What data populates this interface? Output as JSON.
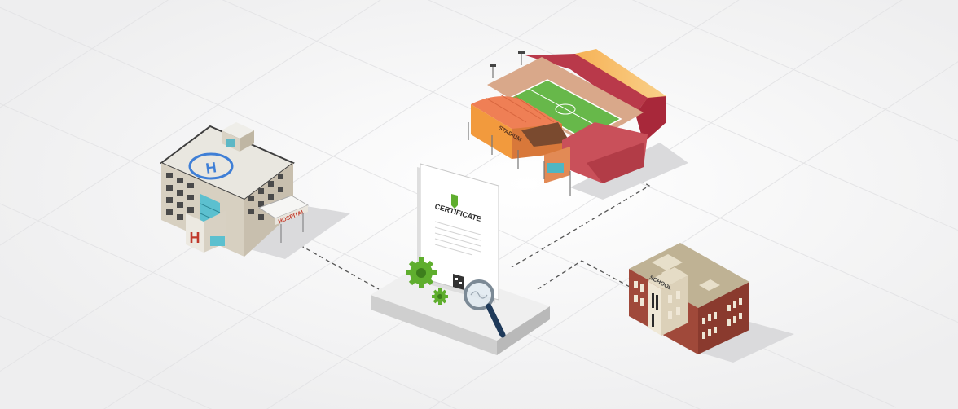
{
  "illustration": {
    "hospital_sign": "HOSPITAL",
    "hospital_letter": "H",
    "helipad_letter": "H",
    "stadium_sign": "STADIUM",
    "school_sign": "SCHOOL",
    "certificate_title": "CERTIFICATE"
  },
  "icons": [
    "hospital-building-icon",
    "stadium-building-icon",
    "school-building-icon",
    "certificate-icon",
    "gear-icon",
    "magnifier-icon",
    "qr-code-icon"
  ],
  "colors": {
    "background": "#f3f3f4",
    "connector": "#555555",
    "gear": "#5fae2e",
    "hospital_red": "#c0392b",
    "stadium_red": "#c23b48",
    "stadium_orange": "#ef7f55",
    "pitch": "#67b84a",
    "school_brick": "#a0493a",
    "helipad_blue": "#3f7fd6"
  }
}
